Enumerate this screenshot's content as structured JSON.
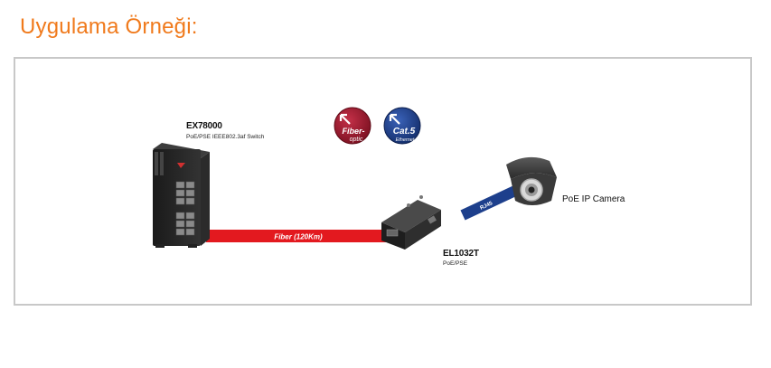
{
  "page": {
    "title": "Uygulama Örneği:"
  },
  "devices": {
    "switch": {
      "model": "EX78000",
      "description": "PoE/PSE IEEE802.3af Switch"
    },
    "converter": {
      "model": "EL1032T",
      "description": "PoE/PSE"
    },
    "camera": {
      "label": "PoE IP Camera"
    }
  },
  "links": {
    "fiber": {
      "label": "Fiber (120Km)",
      "color": "#e3191f"
    },
    "rj45": {
      "label": "RJ45",
      "color": "#1d3f8c"
    }
  },
  "badges": {
    "fiber_optic": {
      "line1": "Fiber-",
      "line2": "optic",
      "color": "#9b1b2a"
    },
    "cat5": {
      "line1": "Cat.5",
      "line2": "Ethernet",
      "color": "#1d3f8c"
    }
  },
  "colors": {
    "title": "#f07a1c",
    "frame_border": "#c8c8c8"
  }
}
